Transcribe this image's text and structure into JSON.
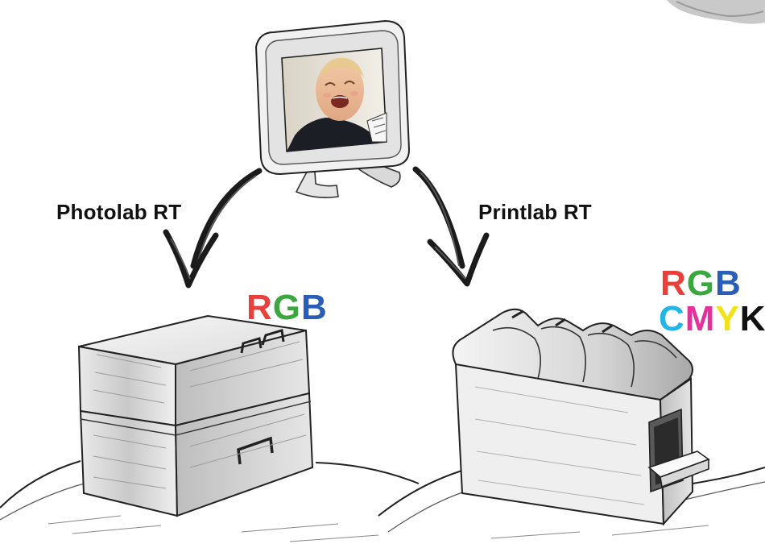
{
  "labels": {
    "left_workflow": "Photolab RT",
    "right_workflow": "Printlab RT"
  },
  "left_colorspace": {
    "letters": [
      "R",
      "G",
      "B"
    ],
    "colors": [
      "#e8403a",
      "#3aa83e",
      "#2a5db8"
    ]
  },
  "right_colorspace": {
    "row1": {
      "letters": [
        "R",
        "G",
        "B"
      ],
      "colors": [
        "#e8403a",
        "#3aa83e",
        "#2a5db8"
      ]
    },
    "row2": {
      "letters": [
        "C",
        "M",
        "Y",
        "K"
      ],
      "colors": [
        "#22b5e8",
        "#e2339a",
        "#f2e21a",
        "#111111"
      ]
    }
  },
  "icons": {
    "monitor": "monitor-icon",
    "photo": "crying-baby-photo",
    "left_device": "photo-lab-minilab-icon",
    "right_device": "printer-icon"
  }
}
